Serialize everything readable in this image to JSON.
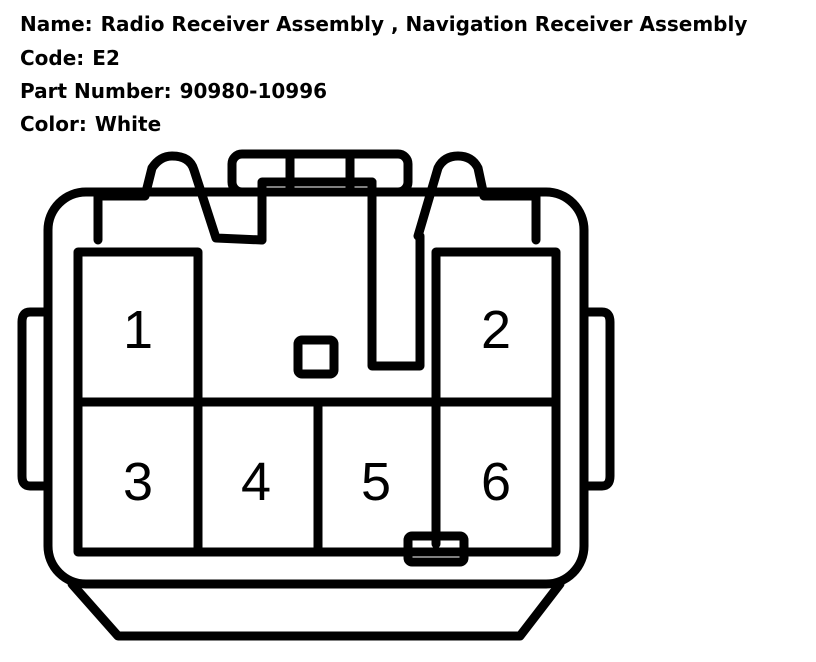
{
  "info": {
    "name_label": "Name:",
    "name_value": "Radio Receiver Assembly , Navigation Receiver Assembly",
    "code_label": "Code:",
    "code_value": "E2",
    "part_label": "Part Number:",
    "part_value": "90980-10996",
    "color_label": "Color:",
    "color_value": "White"
  },
  "pins": [
    "1",
    "2",
    "3",
    "4",
    "5",
    "6"
  ]
}
